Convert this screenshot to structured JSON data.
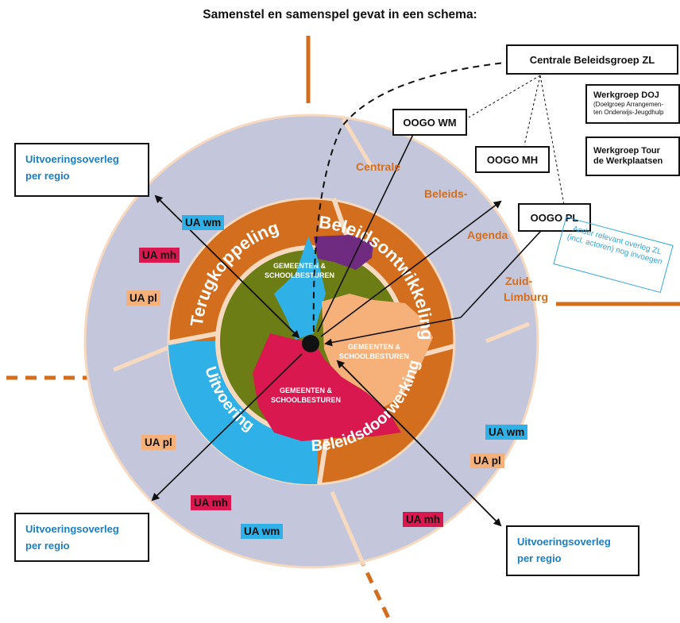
{
  "title": "Samenstel en samenspel gevat in een schema:",
  "colors": {
    "orange": "#d36e1e",
    "outer_ring": "#c4c7dc",
    "green_center": "#6b7d14",
    "blue": "#2fb0e6",
    "magenta": "#d8184f",
    "peach": "#f6b07a",
    "purple": "#6f2b80",
    "text_blue": "#1a7fc0"
  },
  "boxes": {
    "centrale_beleidsgroep": "Centrale Beleidsgroep ZL",
    "oogo_wm": "OOGO WM",
    "oogo_mh": "OOGO MH",
    "oogo_pl": "OOGO PL",
    "werkgroep_doj_title": "Werkgroep DOJ",
    "werkgroep_doj_sub": "(Doelgroep Arrangemen-ten Onderwijs-Jeugdhulp",
    "werkgroep_tour": "Werkgroep Tour de Werkplaatsen",
    "uitvoeringsoverleg_line1": "Uitvoeringsoverleg",
    "uitvoeringsoverleg_line2": "per regio"
  },
  "ring_labels": {
    "terugkoppeling": "Terugkoppeling",
    "beleidsontwikkeling": "Beleidsontwikkeling",
    "uitvoering": "Uitvoering",
    "beleidsdoorwerking": "Beleidsdoorwerking"
  },
  "outer_ring_text": [
    "Centrale",
    "Beleids-",
    "Agenda",
    "Zuid-",
    "Limburg"
  ],
  "center_labels": {
    "line1": "GEMEENTEN &",
    "line2": "SCHOOLBESTUREN"
  },
  "tags": {
    "ua_wm": "UA wm",
    "ua_mh": "UA mh",
    "ua_pl": "UA pl"
  },
  "note": "Ander relevant overleg ZL (incl. actoren) nog invoegen"
}
